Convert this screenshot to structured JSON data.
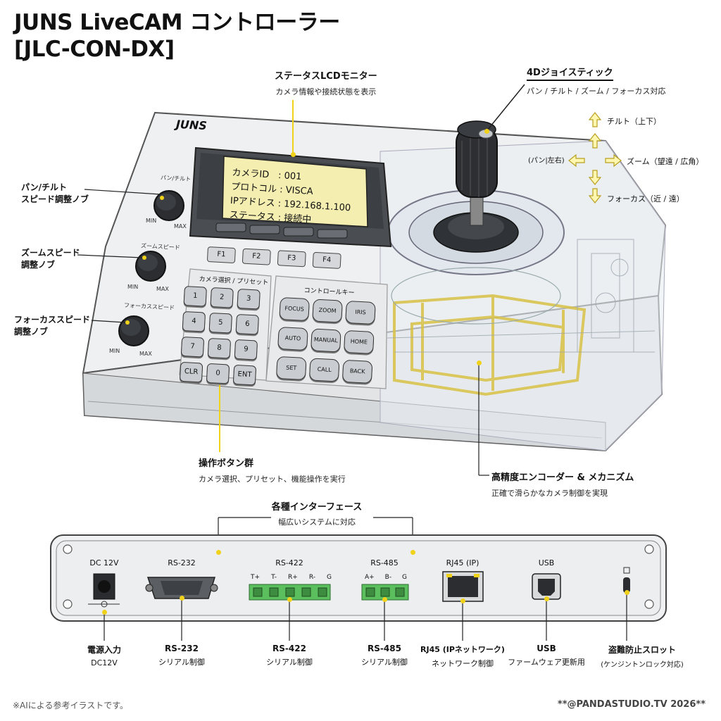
{
  "title": {
    "line1": "JUNS LiveCAM コントローラー",
    "line2": "[JLC-CON-DX]"
  },
  "device": {
    "brand": "JUNS",
    "lcd_lines": [
      "カメラID　: 001",
      "プロトコル : VISCA",
      "IPアドレス : 192.168.1.100",
      "ステータス : 接続中"
    ],
    "fkeys": [
      "F1",
      "F2",
      "F3",
      "F4"
    ],
    "knobs": [
      {
        "label": "パン/チルト",
        "min": "MIN",
        "max": "MAX"
      },
      {
        "label": "ズームスピード",
        "min": "MIN",
        "max": "MAX"
      },
      {
        "label": "フォーカススピード",
        "min": "MIN",
        "max": "MAX"
      }
    ],
    "keypad_label": "カメラ選択 / プリセット",
    "keypad": [
      "1",
      "2",
      "3",
      "4",
      "5",
      "6",
      "7",
      "8",
      "9",
      "CLR",
      "0",
      "ENT"
    ],
    "control_label": "コントロールキー",
    "control_keys": [
      "FOCUS",
      "ZOOM",
      "IRIS",
      "AUTO",
      "MANUAL",
      "HOME",
      "SET",
      "CALL",
      "BACK"
    ]
  },
  "callouts": {
    "lcd": {
      "title": "ステータスLCDモニター",
      "sub": "カメラ情報や接続状態を表示"
    },
    "joystick": {
      "title": "4Dジョイスティック",
      "sub": "パン / チルト / ズーム / フォーカス対応"
    },
    "pan_tilt_knob": {
      "line1": "パン/チルト",
      "line2": "スピード調整ノブ"
    },
    "zoom_knob": {
      "line1": "ズームスピード",
      "line2": "調整ノブ"
    },
    "focus_knob": {
      "line1": "フォーカススピード",
      "line2": "調整ノブ"
    },
    "buttons": {
      "title": "操作ボタン群",
      "sub": "カメラ選択、プリセット、機能操作を実行"
    },
    "encoder": {
      "title": "高精度エンコーダー & メカニズム",
      "sub": "正確で滑らかなカメラ制御を実現"
    },
    "interfaces": {
      "title": "各種インターフェース",
      "sub": "幅広いシステムに対応"
    }
  },
  "directions": {
    "tilt": "チルト（上下）",
    "pan": "(パン|左右)",
    "zoom": "ズーム（望遠 / 広角）",
    "focus": "フォーカス（近 / 遠）"
  },
  "ports": [
    {
      "head": "DC 12V",
      "title": "電源入力",
      "sub": "DC12V"
    },
    {
      "head": "RS-232",
      "title": "RS-232",
      "sub": "シリアル制御"
    },
    {
      "head": "RS-422",
      "title": "RS-422",
      "sub": "シリアル制御",
      "pins": [
        "T+",
        "T-",
        "R+",
        "R-",
        "G"
      ]
    },
    {
      "head": "RS-485",
      "title": "RS-485",
      "sub": "シリアル制御",
      "pins": [
        "A+",
        "B-",
        "G"
      ]
    },
    {
      "head": "RJ45 (IP)",
      "title": "RJ45 (IPネットワーク)",
      "sub": "ネットワーク制御"
    },
    {
      "head": "USB",
      "title": "USB",
      "sub": "ファームウェア更新用"
    },
    {
      "head": "",
      "title": "盗難防止スロット",
      "sub": "(ケンジントンロック対応)"
    }
  ],
  "footer": {
    "note": "※AIによる参考イラストです。",
    "credit": "**@PANDASTUDIO.TV 2026**"
  },
  "colors": {
    "accent": "#f1d21a",
    "lcd": "#f4eeb0",
    "body": "#ecedee",
    "terminal": "#5bbf5e"
  }
}
